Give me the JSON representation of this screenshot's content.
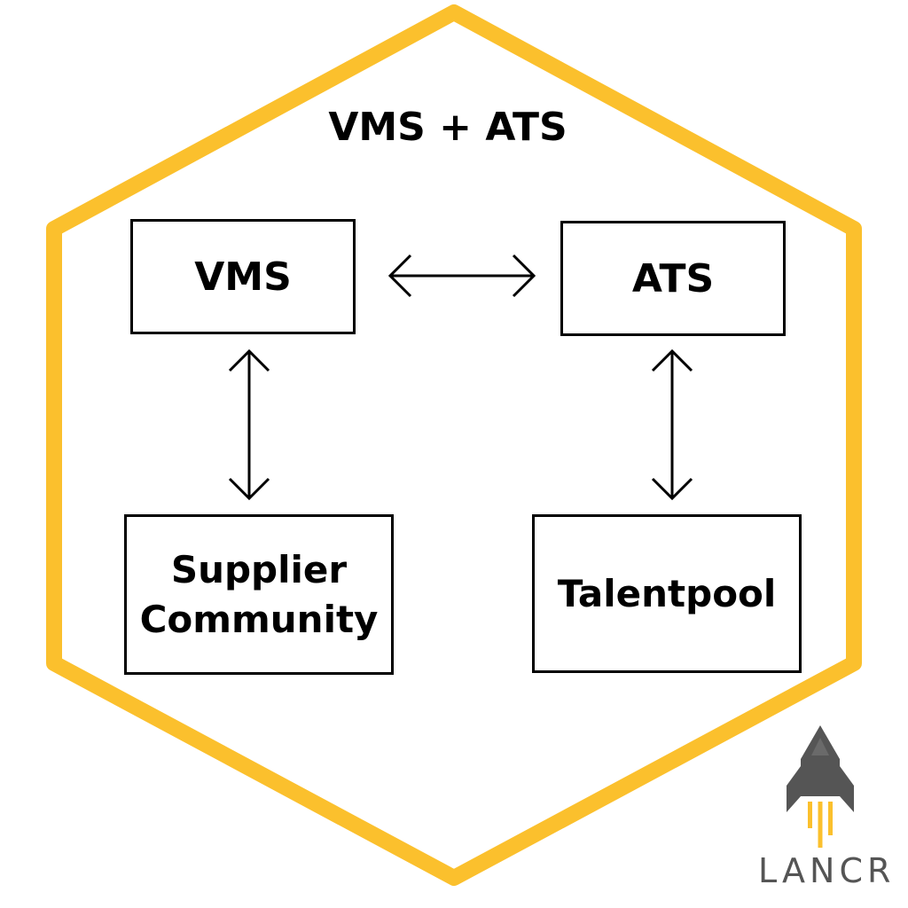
{
  "title": "VMS + ATS",
  "nodes": {
    "vms": "VMS",
    "ats": "ATS",
    "supplier_line1": "Supplier",
    "supplier_line2": "Community",
    "talentpool": "Talentpool"
  },
  "edges": [
    {
      "from": "VMS",
      "to": "ATS",
      "direction": "bidirectional"
    },
    {
      "from": "VMS",
      "to": "Supplier Community",
      "direction": "bidirectional"
    },
    {
      "from": "ATS",
      "to": "Talentpool",
      "direction": "bidirectional"
    }
  ],
  "logo": {
    "text": "LANCR",
    "icon": "rocket-icon"
  },
  "colors": {
    "frame": "#FBC02D",
    "box_border": "#000000",
    "logo_gray": "#555555",
    "logo_flame": "#FBC02D"
  }
}
